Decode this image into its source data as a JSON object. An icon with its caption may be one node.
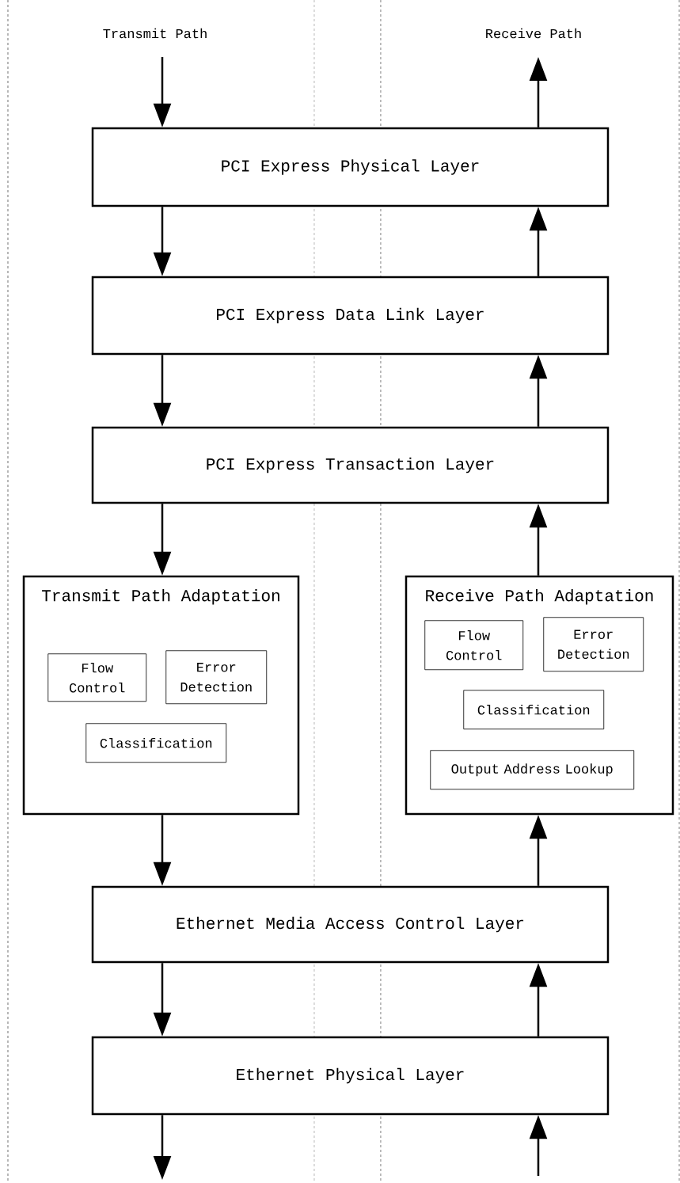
{
  "diagram": {
    "nodes": [
      {
        "text": [
          "PCI Express Physical Layer"
        ]
      },
      {
        "text": [
          "PCI Express Data Link Layer"
        ]
      },
      {
        "text": [
          "PCI Express Transaction Layer"
        ]
      },
      {
        "text": [
          "Transmit Path Adaptation"
        ]
      },
      {
        "text": [
          "Flow Control"
        ],
        "in": 3
      },
      {
        "text": [
          "Error Detection"
        ],
        "in": 3
      },
      {
        "text": [
          "Classification"
        ],
        "in": 3
      },
      {
        "text": [
          "Receive Path Adaptation"
        ]
      },
      {
        "text": [
          "Flow Control"
        ],
        "in": 7
      },
      {
        "text": [
          "Error Detection"
        ],
        "in": 7
      },
      {
        "text": [
          "Classification"
        ],
        "in": 7
      },
      {
        "text": [
          "Output Address Lookup"
        ],
        "in": 7
      },
      {
        "text": [
          "Ethernet Media Access Control Layer"
        ]
      },
      {
        "text": [
          "Ethernet Physical Layer"
        ]
      }
    ],
    "edges": [
      {
        "from": null,
        "to": 0,
        "arrow": "to"
      },
      {
        "from": 0,
        "to": 1,
        "arrow": "to"
      },
      {
        "from": 1,
        "to": 2,
        "arrow": "to"
      },
      {
        "from": 2,
        "to": 3,
        "arrow": "to"
      },
      {
        "from": 3,
        "to": 12,
        "arrow": "to"
      },
      {
        "from": 12,
        "to": 13,
        "arrow": "to"
      },
      {
        "from": 13,
        "to": null,
        "arrow": "to"
      },
      {
        "from": 0,
        "to": null,
        "arrow": "to"
      },
      {
        "from": 1,
        "to": 0,
        "arrow": "to"
      },
      {
        "from": 2,
        "to": 1,
        "arrow": "to"
      },
      {
        "from": 7,
        "to": 2,
        "arrow": "to"
      },
      {
        "from": 12,
        "to": 7,
        "arrow": "to"
      },
      {
        "from": 13,
        "to": 12,
        "arrow": "to"
      },
      {
        "from": null,
        "to": 13,
        "arrow": "to"
      }
    ],
    "labels": [
      "Transmit Path",
      "Receive Path"
    ]
  }
}
